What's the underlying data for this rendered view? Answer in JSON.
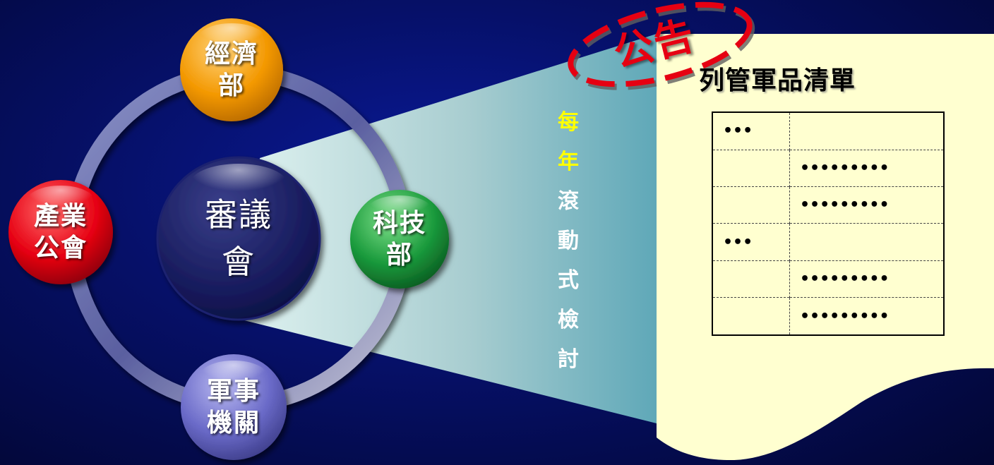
{
  "center": {
    "line1": "審議",
    "line2": "會"
  },
  "nodes": [
    {
      "id": "economy",
      "line1": "經濟",
      "line2": "部",
      "color": "#f39800"
    },
    {
      "id": "science",
      "line1": "科技",
      "line2": "部",
      "color": "#1a9a3c"
    },
    {
      "id": "military",
      "line1": "軍事",
      "line2": "機關",
      "color": "#6a6ac8"
    },
    {
      "id": "industry",
      "line1": "產業",
      "line2": "公會",
      "color": "#e60012"
    }
  ],
  "review_text": [
    "每",
    "年",
    "滾",
    "動",
    "式",
    "檢",
    "討"
  ],
  "review_colors": [
    "#ffff00",
    "#ffff00",
    "#ffffff",
    "#ffffff",
    "#ffffff",
    "#ffffff",
    "#ffffff"
  ],
  "stamp": {
    "text": "公告",
    "color": "#e60012"
  },
  "list": {
    "title": "列管軍品清單",
    "rows": [
      [
        "•••",
        ""
      ],
      [
        "",
        "•••••••••"
      ],
      [
        "",
        "•••••••••"
      ],
      [
        "•••",
        ""
      ],
      [
        "",
        "•••••••••"
      ],
      [
        "",
        "•••••••••"
      ]
    ]
  }
}
